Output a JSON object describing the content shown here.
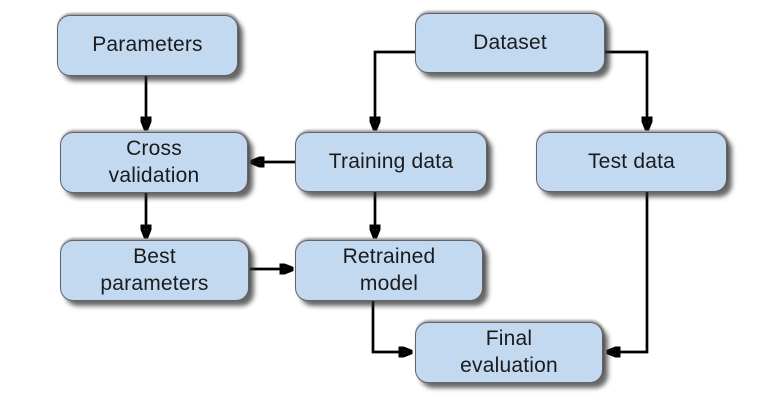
{
  "diagram": {
    "nodes": [
      {
        "id": "parameters",
        "label": "Parameters"
      },
      {
        "id": "dataset",
        "label": "Dataset"
      },
      {
        "id": "cross-validation",
        "label": "Cross\nvalidation"
      },
      {
        "id": "training-data",
        "label": "Training data"
      },
      {
        "id": "test-data",
        "label": "Test data"
      },
      {
        "id": "best-parameters",
        "label": "Best\nparameters"
      },
      {
        "id": "retrained-model",
        "label": "Retrained\nmodel"
      },
      {
        "id": "final-evaluation",
        "label": "Final\nevaluation"
      }
    ],
    "edges": [
      {
        "from": "Parameters",
        "to": "Cross validation"
      },
      {
        "from": "Dataset",
        "to": "Training data"
      },
      {
        "from": "Dataset",
        "to": "Test data"
      },
      {
        "from": "Training data",
        "to": "Cross validation"
      },
      {
        "from": "Cross validation",
        "to": "Best parameters"
      },
      {
        "from": "Training data",
        "to": "Retrained model"
      },
      {
        "from": "Best parameters",
        "to": "Retrained model"
      },
      {
        "from": "Retrained model",
        "to": "Final evaluation"
      },
      {
        "from": "Test data",
        "to": "Final evaluation"
      }
    ]
  },
  "colors": {
    "background": "#ffffff",
    "node_fill": "#c2d9f0",
    "node_border": "#63636b",
    "arrow": "#000000",
    "text": "#1b1b1d"
  }
}
